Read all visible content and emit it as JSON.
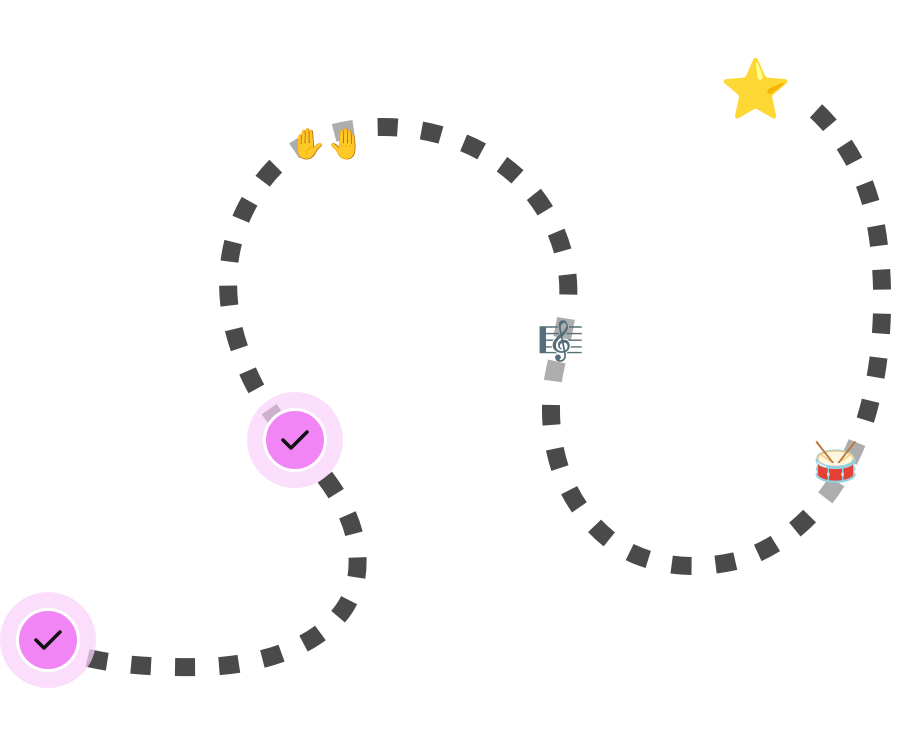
{
  "map": {
    "path_color": "#4a4a4a",
    "nodes": [
      {
        "id": "level-1",
        "state": "completed",
        "icon": "checkmark-icon",
        "label": "✓"
      },
      {
        "id": "level-2",
        "state": "completed",
        "icon": "checkmark-icon",
        "label": "✓"
      },
      {
        "id": "level-3",
        "state": "locked",
        "icon": "raised-hands-icon",
        "label": "✋🤚"
      },
      {
        "id": "level-4",
        "state": "locked",
        "icon": "treble-clef-icon",
        "label": "🎼"
      },
      {
        "id": "level-5",
        "state": "locked",
        "icon": "drum-icon",
        "label": "🥁"
      },
      {
        "id": "level-6",
        "state": "locked",
        "icon": "star-icon",
        "label": "⭐"
      }
    ]
  },
  "colors": {
    "completed_halo": "#f9d3fb",
    "completed_core": "#f285f6",
    "check": "#111111",
    "ring": "#ffffff"
  }
}
